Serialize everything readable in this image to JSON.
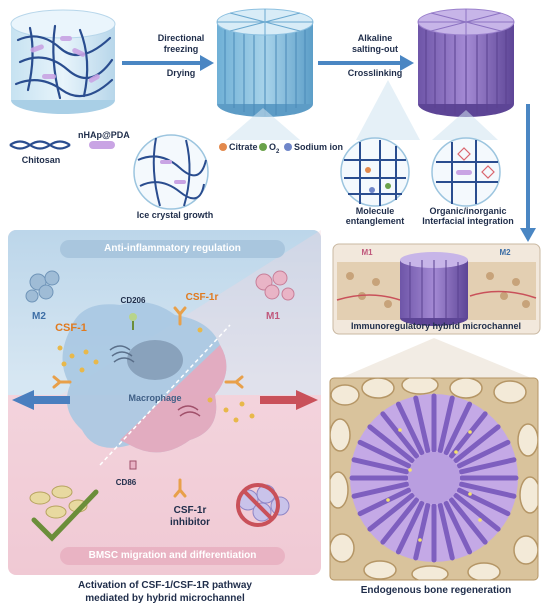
{
  "top": {
    "step1_line1": "Directional",
    "step1_line2": "freezing",
    "step1_line3": "Drying",
    "step2_line1": "Alkaline",
    "step2_line2": "salting-out",
    "step2_line3": "Crosslinking"
  },
  "legend": {
    "chitosan": "Chitosan",
    "nhap": "nHAp@PDA",
    "citrate": "Citrate",
    "o2": "O",
    "o2_sub": "2",
    "sodium": "Sodium ion"
  },
  "captions": {
    "ice": "Ice crystal growth",
    "molecule_1": "Molecule",
    "molecule_2": "entanglement",
    "organic_1": "Organic/inorganic",
    "organic_2": "Interfacial integration"
  },
  "left_panel": {
    "top_title": "Anti-inflammatory regulation",
    "bottom_title": "BMSC migration and differentiation",
    "m2": "M2",
    "m1": "M1",
    "csf1": "CSF-1",
    "csf1r": "CSF-1r",
    "cd206": "CD206",
    "cd86": "CD86",
    "macrophage": "Macrophage",
    "inhibitor_1": "CSF-1r",
    "inhibitor_2": "inhibitor",
    "caption_1": "Activation of CSF-1/CSF-1R pathway",
    "caption_2": "mediated by hybrid microchannel"
  },
  "right_panel": {
    "m1_label": "M1",
    "m2_label": "M2",
    "hybrid_title": "Immunoregulatory hybrid microchannel",
    "bone_caption": "Endogenous bone regeneration"
  },
  "colors": {
    "blue_scaffold": "#8fc3e0",
    "purple_scaffold": "#8a6fc0",
    "panel_blue": "#cfe3f1",
    "panel_pink": "#f3d6df",
    "arrow_blue": "#4a7fbf",
    "arrow_red": "#c9515a",
    "text_orange": "#e07a1f"
  }
}
